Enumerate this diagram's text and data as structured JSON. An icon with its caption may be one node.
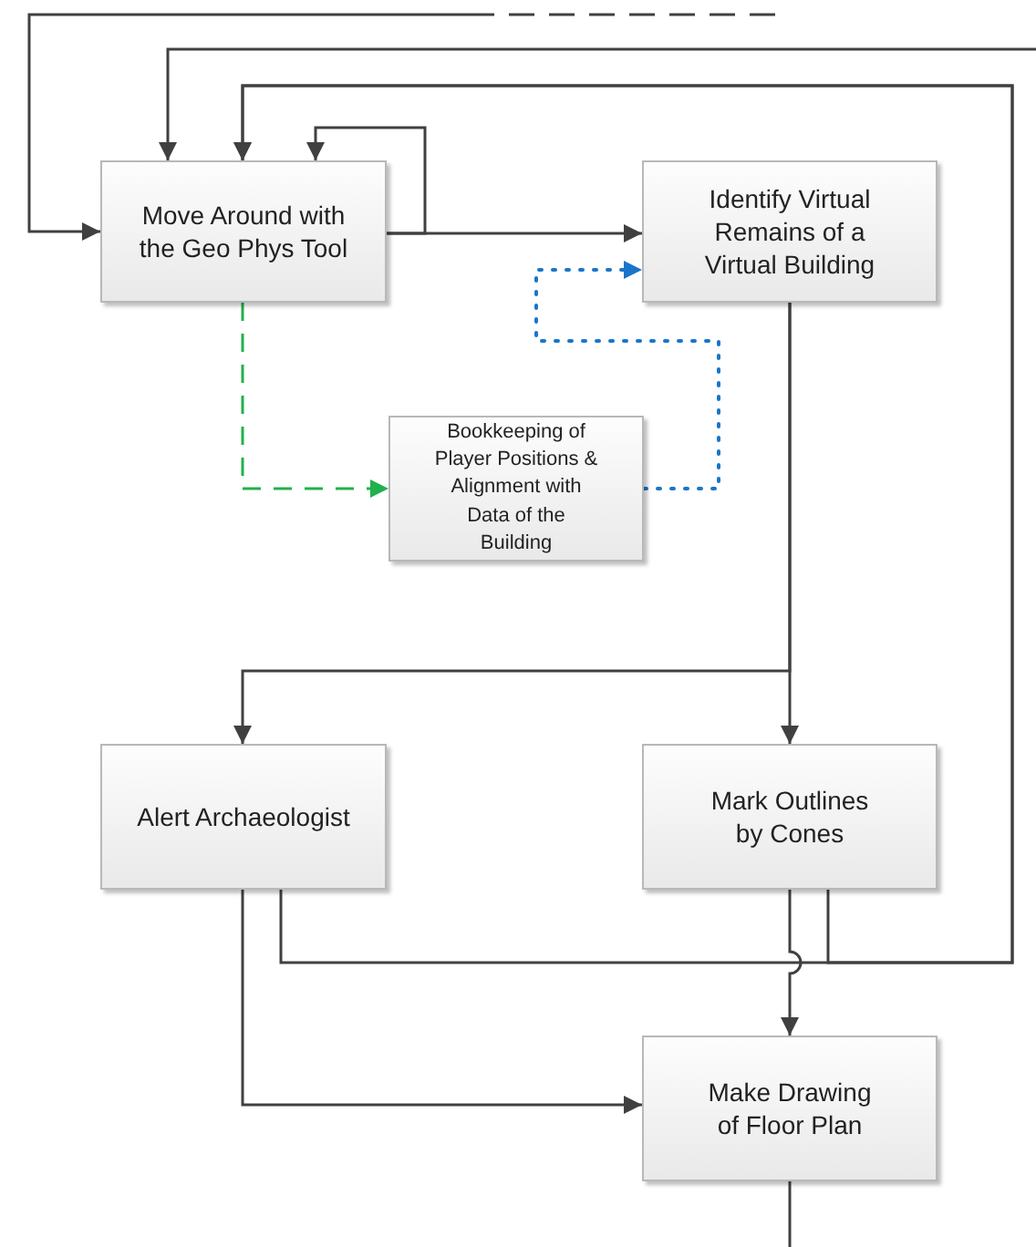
{
  "diagram": {
    "nodes": [
      {
        "text": [
          "Move Around with the Geo Phys Tool"
        ]
      },
      {
        "text": [
          "Identify Virtual Remains of a Virtual Building"
        ]
      },
      {
        "text": [
          "Bookkeeping of Player Positions & Alignment with Data of the Building"
        ]
      },
      {
        "text": [
          "Alert Archaeologist"
        ]
      },
      {
        "text": [
          "Mark Outlines by Cones"
        ]
      },
      {
        "text": [
          "Make Drawing of Floor Plan"
        ]
      }
    ],
    "edges": [
      {
        "from": null,
        "to": 0,
        "arrow": "to",
        "style": "dashed"
      },
      {
        "from": null,
        "to": 0,
        "arrow": "to"
      },
      {
        "from": 3,
        "to": 0,
        "arrow": "to"
      },
      {
        "from": 4,
        "to": 0,
        "arrow": "to"
      },
      {
        "from": 0,
        "to": 0,
        "arrow": "to"
      },
      {
        "from": 0,
        "to": 1,
        "arrow": "to"
      },
      {
        "from": 0,
        "to": 2,
        "arrow": "to",
        "style": "dashed",
        "color": "#22b04c"
      },
      {
        "from": 2,
        "to": 1,
        "arrow": "to",
        "style": "dashed",
        "color": "#1a75c8"
      },
      {
        "from": 1,
        "to": 3,
        "arrow": "to"
      },
      {
        "from": 1,
        "to": 4,
        "arrow": "to"
      },
      {
        "from": 4,
        "to": 5,
        "arrow": "to"
      },
      {
        "from": 3,
        "to": 5,
        "arrow": "to"
      },
      {
        "from": 5,
        "to": null,
        "arrow": "none"
      }
    ]
  }
}
